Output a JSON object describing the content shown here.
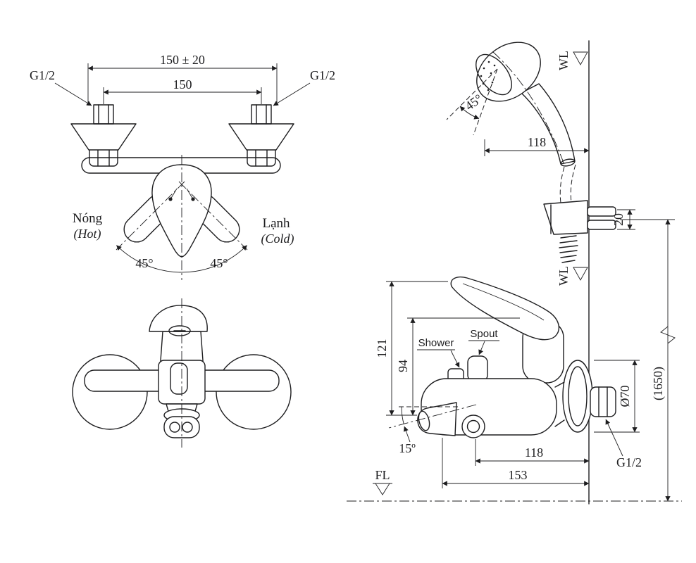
{
  "meta": {
    "background_color": "#ffffff",
    "line_color": "#1d1d1f"
  },
  "top_view": {
    "dim_overall": "150 ± 20",
    "dim_centers": "150",
    "thread_left": "G1/2",
    "thread_right": "G1/2",
    "hot": "Nóng",
    "hot_en": "(Hot)",
    "cold": "Lạnh",
    "cold_en": "(Cold)",
    "angle_left": "45°",
    "angle_right": "45°"
  },
  "side_view": {
    "spray_angle": "45°",
    "dim_head_offset": "118",
    "wl_top": "WL",
    "wl_mid": "WL",
    "dim_holder_depth": "20",
    "dim_mount_height": "(1650)",
    "dim_outlet_to_handle": "121",
    "dim_outlet_to_body": "94",
    "label_shower": "Shower",
    "label_spout": "Spout",
    "dim_flange_dia": "Ø70",
    "thread_inlet": "G1/2",
    "angle_spout": "15º",
    "dim_knob_reach": "118",
    "dim_spout_reach": "153",
    "fl": "FL"
  }
}
